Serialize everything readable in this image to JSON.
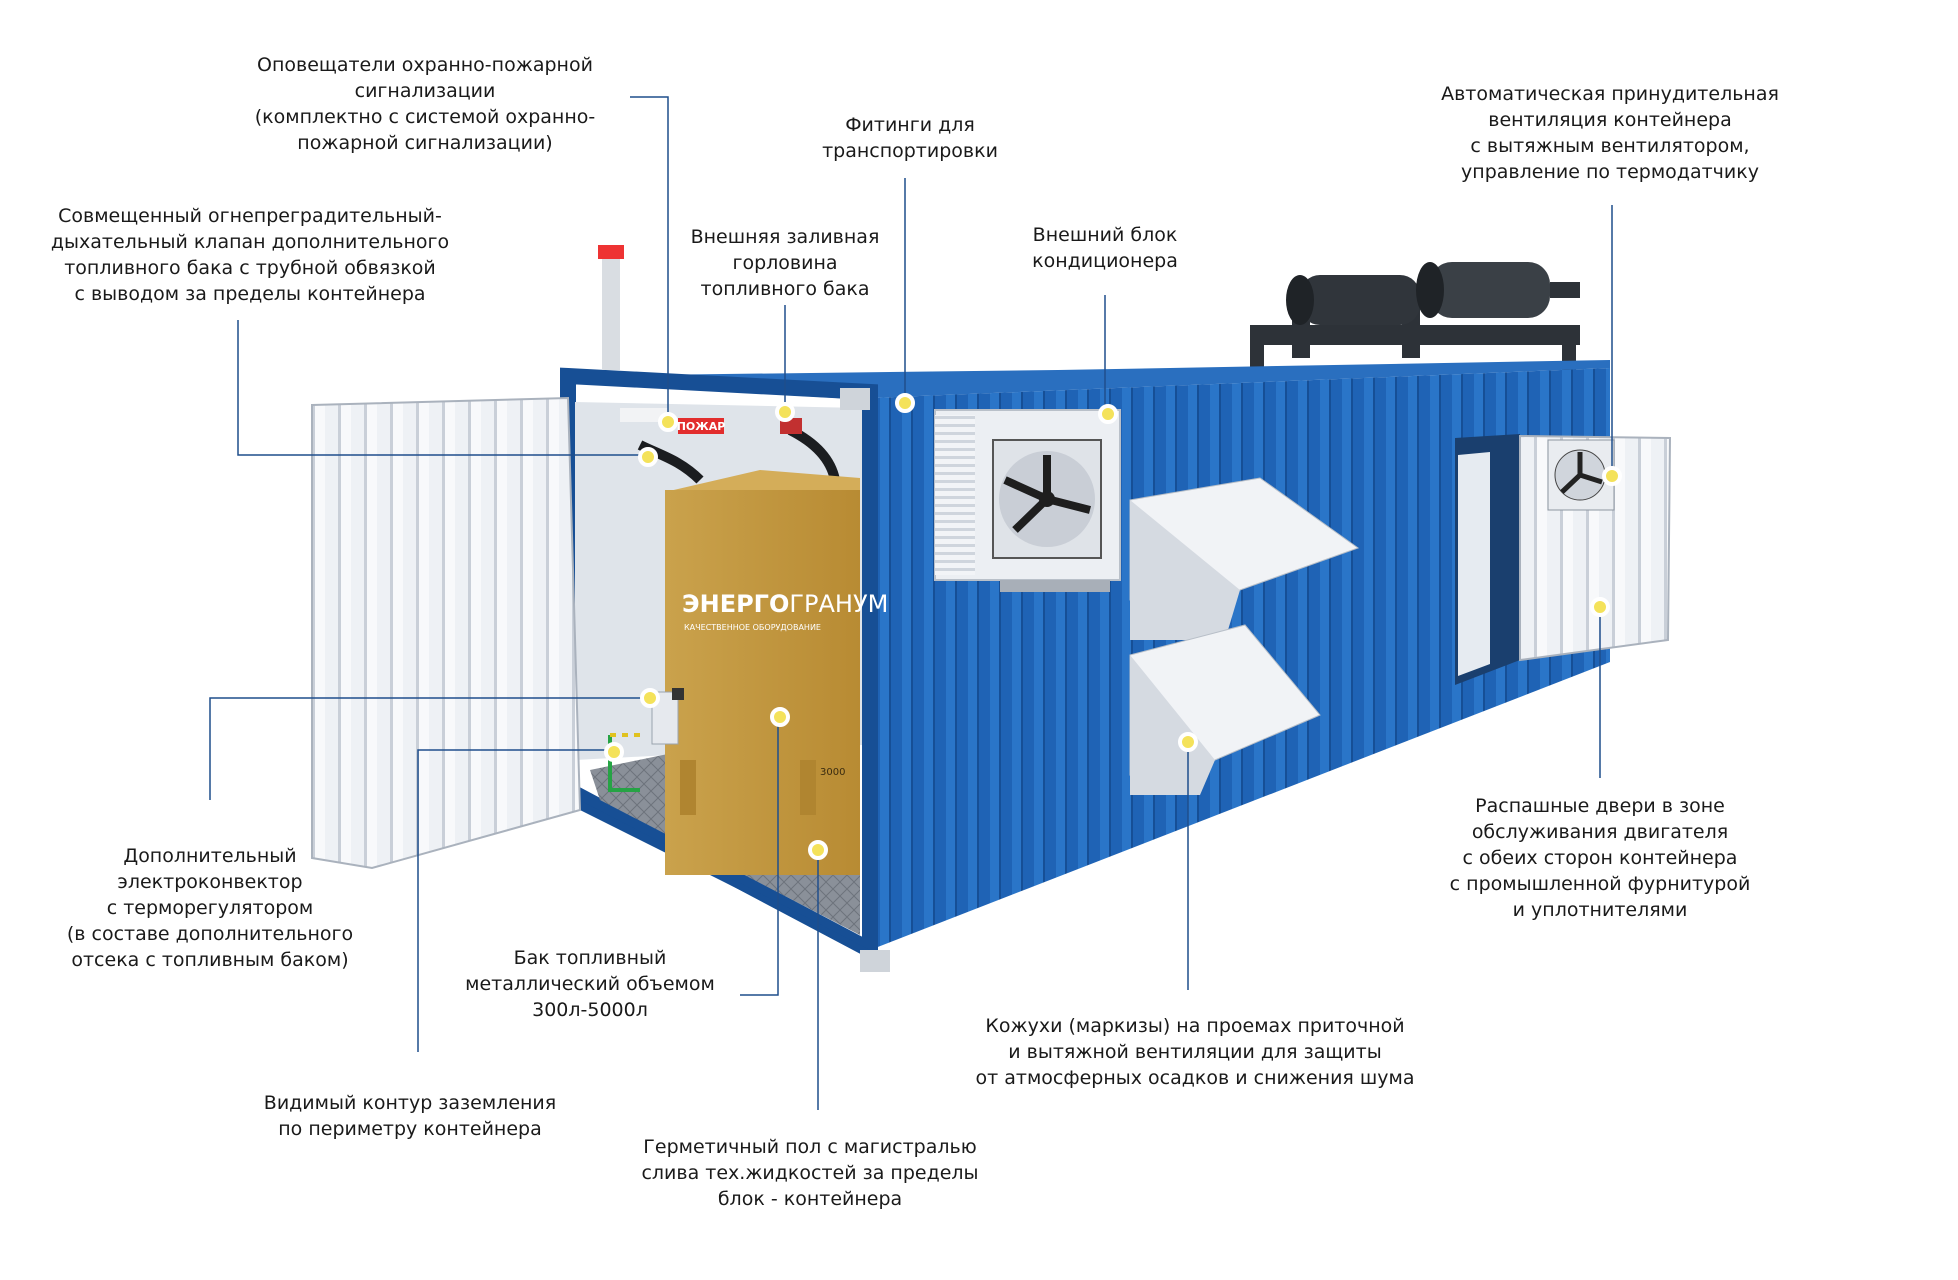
{
  "labels": {
    "alarm_notifiers": "Оповещатели охранно-пожарной\nсигнализации\n(комплектно с системой охранно-\nпожарной сигнализации)",
    "breather_valve": "Совмещенный огнепреградительный-\nдыхательный клапан дополнительного\nтопливного бака с трубной обвязкой\nс выводом за пределы контейнера",
    "filler_neck": "Внешняя заливная\nгорловина\nтопливного бака",
    "transport_fittings": "Фитинги для\nтранспортировки",
    "ac_unit": "Внешний блок\nкондиционера",
    "ventilation": "Автоматическая принудительная\nвентиляция контейнера\nс вытяжным вентилятором,\nуправление по термодатчику",
    "convector": "Дополнительный\nэлектроконвектор\nс терморегулятором\n(в составе дополнительного\nотсека с топливным баком)",
    "fuel_tank": "Бак топливный\nметаллический объемом\n300л-5000л",
    "swing_doors": "Распашные двери в зоне\nобслуживания двигателя\nс обеих сторон контейнера\nс промышленной фурнитурой\nи уплотнителями",
    "hoods": "Кожухи (маркизы) на проемах приточной\nи вытяжной вентиляции для защиты\nот атмосферных осадков и снижения шума",
    "grounding": "Видимый контур заземления\nпо периметру контейнера",
    "sealed_floor": "Герметичный пол с магистралью\nслива тех.жидкостей за пределы\nблок - контейнера"
  },
  "illustration": {
    "fire_sign": "ПОЖАР",
    "brand_prefix": "ЭНЕРГО",
    "brand_suffix": "ГРАНУМ",
    "brand_tagline": "КАЧЕСТВЕННОЕ ОБОРУДОВАНИЕ",
    "tank_volume_mark": "3000"
  },
  "colors": {
    "container_blue": "#1f63b5",
    "tank_gold": "#c9a04a",
    "leader_line": "#1f4e8c",
    "marker_fill": "#f4e25a"
  }
}
